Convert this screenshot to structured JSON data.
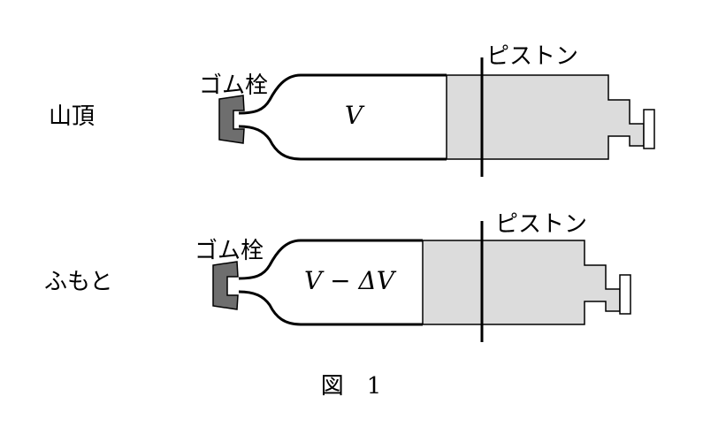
{
  "figure": {
    "caption": "図　1",
    "colors": {
      "stopper": "#6e6e6e",
      "piston": "#dcdcdc",
      "line": "#000000",
      "background": "#ffffff"
    },
    "top": {
      "location_label": "山頂",
      "stopper_label": "ゴム栓",
      "piston_label": "ピストン",
      "volume_label": "V"
    },
    "bottom": {
      "location_label": "ふもと",
      "stopper_label": "ゴム栓",
      "piston_label": "ピストン",
      "volume_label": "V − ΔV"
    }
  }
}
